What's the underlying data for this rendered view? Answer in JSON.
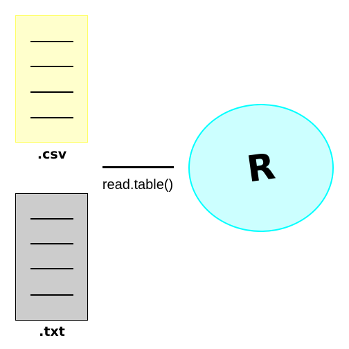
{
  "files": [
    {
      "name": ".csv",
      "fill": "#ffffcc",
      "stroke": "#ffff66"
    },
    {
      "name": ".txt",
      "fill": "#cccccc",
      "stroke": "#000000"
    }
  ],
  "connector": {
    "label": "read.table()"
  },
  "target": {
    "label": "R",
    "fill": "#ccffff",
    "stroke": "#00ffff"
  }
}
